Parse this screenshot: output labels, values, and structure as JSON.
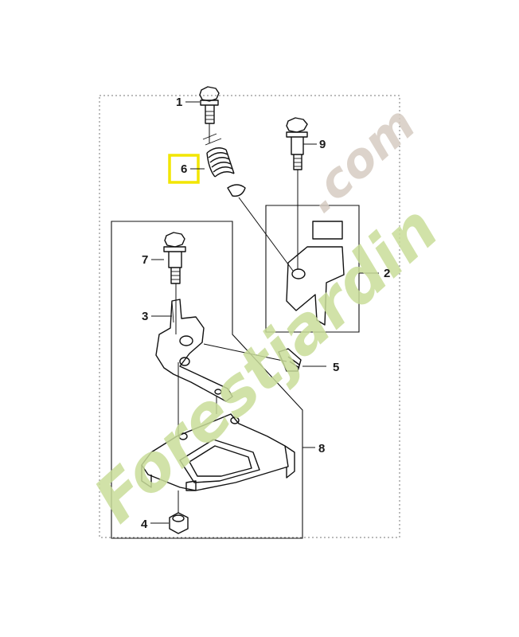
{
  "diagram": {
    "parts": [
      {
        "number": "1",
        "highlighted": false
      },
      {
        "number": "2",
        "highlighted": false
      },
      {
        "number": "3",
        "highlighted": false
      },
      {
        "number": "4",
        "highlighted": false
      },
      {
        "number": "5",
        "highlighted": false
      },
      {
        "number": "6",
        "highlighted": true
      },
      {
        "number": "7",
        "highlighted": false
      },
      {
        "number": "8",
        "highlighted": false
      },
      {
        "number": "9",
        "highlighted": false
      }
    ],
    "highlight_color": "#f2e600",
    "watermark": {
      "text_main": "Forestjardin",
      "text_suffix": ".com",
      "color_green": "#c9dd9a",
      "color_orange": "#e9b27a",
      "color_gray": "#d6ccc2"
    }
  }
}
